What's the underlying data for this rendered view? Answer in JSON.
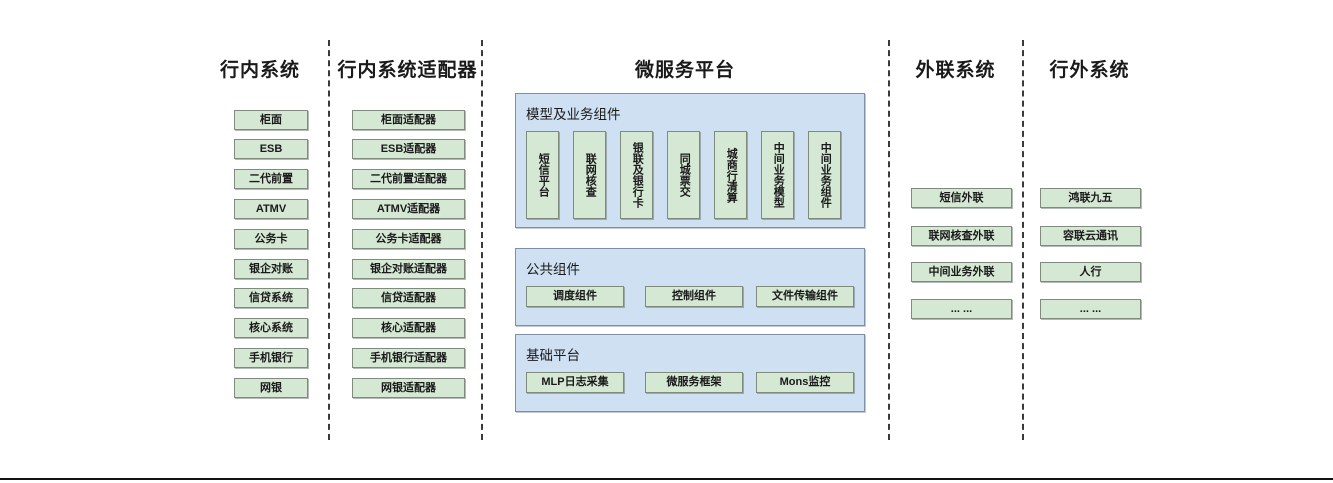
{
  "diagram": {
    "columns": [
      {
        "id": "internal-systems",
        "title": "行内系统",
        "nodes": [
          "柜面",
          "ESB",
          "二代前置",
          "ATMV",
          "公务卡",
          "银企对账",
          "信贷系统",
          "核心系统",
          "手机银行",
          "网银"
        ]
      },
      {
        "id": "internal-adapters",
        "title": "行内系统适配器",
        "nodes": [
          "柜面适配器",
          "ESB适配器",
          "二代前置适配器",
          "ATMV适配器",
          "公务卡适配器",
          "银企对账适配器",
          "信贷适配器",
          "核心适配器",
          "手机银行适配器",
          "网银适配器"
        ]
      },
      {
        "id": "microservice-platform",
        "title": "微服务平台",
        "panels": [
          {
            "id": "model-business-components",
            "title": "模型及业务组件",
            "nodes": [
              "短信平台",
              "联网核查",
              "银联及银行卡",
              "同城票交",
              "城商行清算",
              "中间业务模型",
              "中间业务组件"
            ]
          },
          {
            "id": "public-components",
            "title": "公共组件",
            "nodes": [
              "调度组件",
              "控制组件",
              "文件传输组件"
            ]
          },
          {
            "id": "base-platform",
            "title": "基础平台",
            "nodes": [
              "MLP日志采集",
              "微服务框架",
              "Mons监控"
            ]
          }
        ]
      },
      {
        "id": "external-link-systems",
        "title": "外联系统",
        "nodes": [
          "短信外联",
          "联网核查外联",
          "中间业务外联",
          "... ..."
        ]
      },
      {
        "id": "offbank-systems",
        "title": "行外系统",
        "nodes": [
          "鸿联九五",
          "容联云通讯",
          "人行",
          "... ..."
        ]
      }
    ]
  },
  "colors": {
    "node_fill": "#d5e8d4",
    "node_border": "#7f8b7c",
    "panel_fill": "#cfe0f3",
    "panel_border": "#7e90a8",
    "divider": "#3a3a3a",
    "text": "#1a1a1a"
  }
}
